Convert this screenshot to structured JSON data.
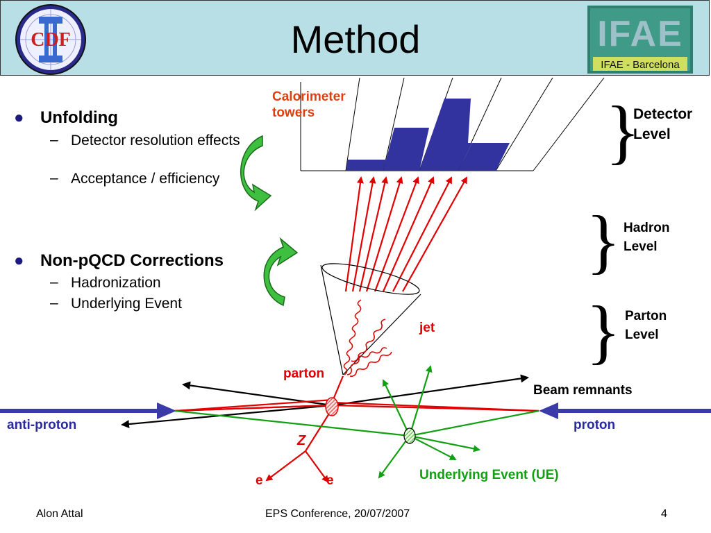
{
  "header": {
    "title": "Method",
    "logo_right_text": "IFAE - Barcelona",
    "logo_right_caption": "IFAE",
    "logo_left_text": "CDF"
  },
  "bullets": [
    {
      "label": "Unfolding",
      "subitems": [
        "Detector resolution effects",
        "Acceptance / efficiency"
      ]
    },
    {
      "label": "Non-pQCD Corrections",
      "subitems": [
        "Hadronization",
        "Underlying Event"
      ]
    }
  ],
  "diagram": {
    "calorimeter_label": "Calorimeter towers",
    "detector_level": "Detector Level",
    "hadron_level": "Hadron Level",
    "parton_level": "Parton Level",
    "jet_label": "jet",
    "parton_label": "parton",
    "beam_remnants_label": "Beam remnants",
    "anti_proton_label": "anti-proton",
    "proton_label": "proton",
    "z_label": "Z",
    "electron_1": "e",
    "electron_2": "e",
    "ue_label": "Underlying Event (UE)"
  },
  "colors": {
    "header_bg": "#b7dfe5",
    "beam": "#3a3aa8",
    "red": "#e00000",
    "green": "#11a011",
    "tower": "#3333a0",
    "dark_blue": "#1a1a80"
  },
  "footer": {
    "author": "Alon Attal",
    "conference": "EPS Conference, 20/07/2007",
    "page": "4"
  }
}
